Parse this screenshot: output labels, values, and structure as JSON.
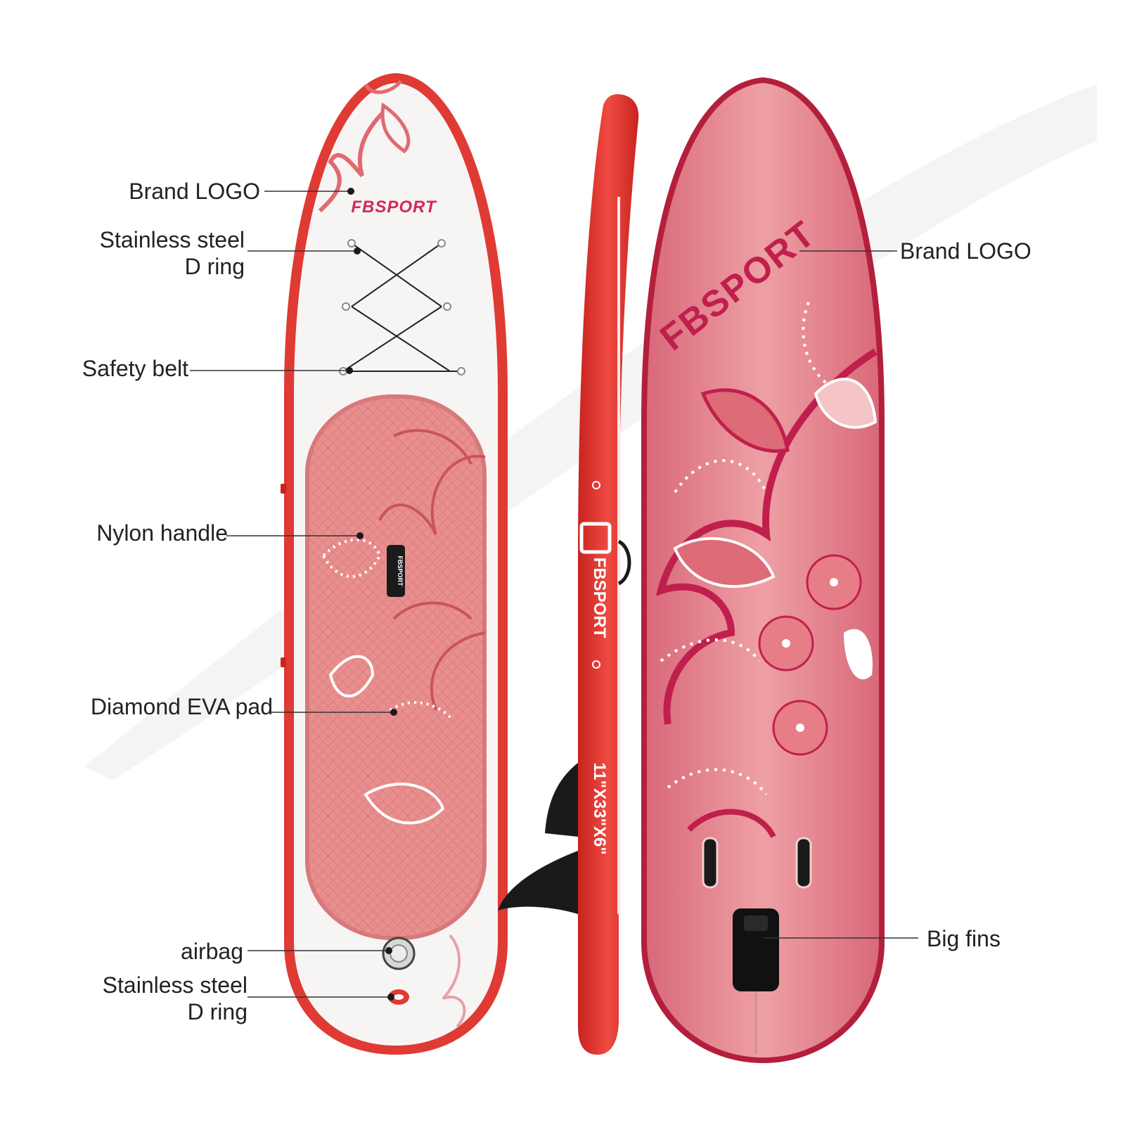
{
  "colors": {
    "board_red": "#e03a34",
    "board_red_dark": "#b8232a",
    "deck_white": "#f7f4f4",
    "pad_pink": "#e8908f",
    "pad_pink_light": "#f2b8b5",
    "bottom_pink": "#e5828a",
    "bottom_magenta": "#c01f4e",
    "logo_red": "#d3285a",
    "fin_black": "#1a1a1a",
    "leader_gray": "#333333"
  },
  "boards": {
    "top_logo": "FBSPORT",
    "handle_logo": "FBSPORT",
    "side_logo": "FBSPORT",
    "bottom_logo": "FBSPORT",
    "side_size": "11\"X33\"X6\""
  },
  "callouts": {
    "brand_logo_left": "Brand LOGO",
    "d_ring_top": [
      "Stainless steel",
      "D ring"
    ],
    "safety_belt": "Safety belt",
    "nylon_handle": "Nylon handle",
    "eva_pad": "Diamond EVA pad",
    "airbag": "airbag",
    "d_ring_bottom": [
      "Stainless steel",
      "D ring"
    ],
    "brand_logo_right": "Brand LOGO",
    "big_fins": "Big fins"
  }
}
